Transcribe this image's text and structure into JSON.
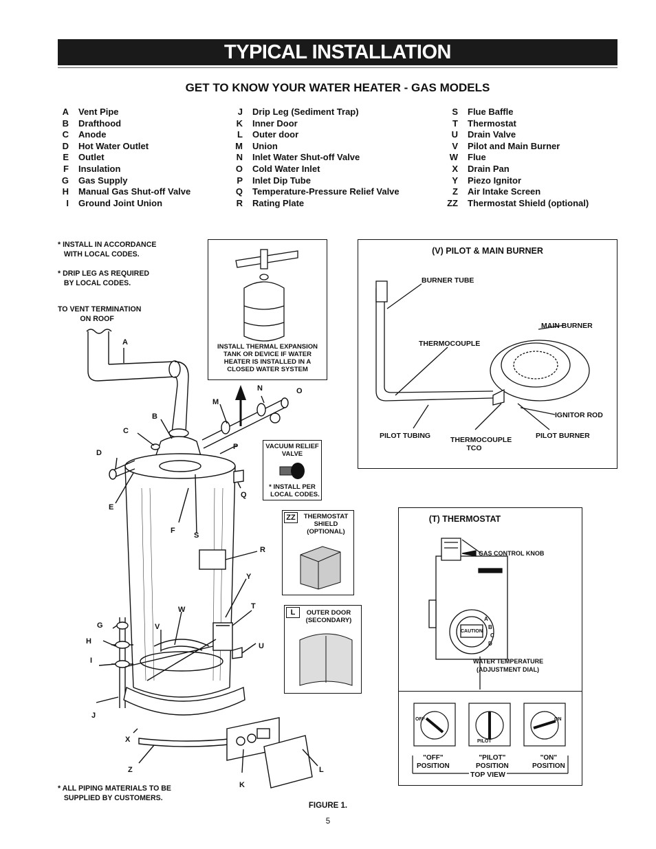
{
  "header": {
    "title": "TYPICAL INSTALLATION",
    "subtitle": "GET TO KNOW YOUR WATER HEATER - GAS MODELS"
  },
  "legend": {
    "col1": [
      {
        "key": "A",
        "label": "Vent Pipe"
      },
      {
        "key": "B",
        "label": "Drafthood"
      },
      {
        "key": "C",
        "label": "Anode"
      },
      {
        "key": "D",
        "label": "Hot Water Outlet"
      },
      {
        "key": "E",
        "label": "Outlet"
      },
      {
        "key": "F",
        "label": "Insulation"
      },
      {
        "key": "G",
        "label": "Gas Supply"
      },
      {
        "key": "H",
        "label": "Manual Gas Shut-off Valve"
      },
      {
        "key": "I",
        "label": "Ground Joint Union"
      }
    ],
    "col2": [
      {
        "key": "J",
        "label": "Drip Leg (Sediment Trap)"
      },
      {
        "key": "K",
        "label": "Inner Door"
      },
      {
        "key": "L",
        "label": "Outer door"
      },
      {
        "key": "M",
        "label": "Union"
      },
      {
        "key": "N",
        "label": "Inlet Water Shut-off Valve"
      },
      {
        "key": "O",
        "label": "Cold Water Inlet"
      },
      {
        "key": "P",
        "label": "Inlet Dip Tube"
      },
      {
        "key": "Q",
        "label": "Temperature-Pressure Relief Valve"
      },
      {
        "key": "R",
        "label": "Rating Plate"
      }
    ],
    "col3": [
      {
        "key": "S",
        "label": "Flue Baffle"
      },
      {
        "key": "T",
        "label": "Thermostat"
      },
      {
        "key": "U",
        "label": "Drain Valve"
      },
      {
        "key": "V",
        "label": "Pilot and Main Burner"
      },
      {
        "key": "W",
        "label": "Flue"
      },
      {
        "key": "X",
        "label": "Drain Pan"
      },
      {
        "key": "Y",
        "label": "Piezo Ignitor"
      },
      {
        "key": "Z",
        "label": "Air Intake Screen"
      },
      {
        "key": "ZZ",
        "label": "Thermostat Shield (optional)"
      }
    ]
  },
  "notes": {
    "local_codes": "* INSTALL IN ACCORDANCE\n   WITH LOCAL CODES.",
    "drip_leg": "* DRIP LEG AS REQUIRED\n   BY LOCAL CODES.",
    "vent_termination": "TO VENT TERMINATION\n           ON ROOF",
    "piping": "* ALL PIPING MATERIALS TO BE\n   SUPPLIED BY CUSTOMERS."
  },
  "expansion_tank": {
    "caption": "INSTALL THERMAL EXPANSION\nTANK OR DEVICE IF WATER\nHEATER IS INSTALLED IN A\nCLOSED WATER SYSTEM"
  },
  "vacuum_relief": {
    "title": "VACUUM RELIEF\nVALVE",
    "note": "* INSTALL PER\n   LOCAL CODES."
  },
  "thermostat_shield": {
    "tag": "ZZ",
    "caption": "THERMOSTAT\nSHIELD\n(OPTIONAL)"
  },
  "outer_door": {
    "tag": "L",
    "caption": "OUTER DOOR\n(SECONDARY)"
  },
  "pilot_panel": {
    "title": "(V) PILOT & MAIN BURNER",
    "labels": {
      "burner_tube": "BURNER TUBE",
      "main_burner": "MAIN BURNER",
      "thermocouple": "THERMOCOUPLE",
      "ignitor_rod": "IGNITOR ROD",
      "pilot_tubing": "PILOT TUBING",
      "thermocouple_tco": "THERMOCOUPLE\n        TCO",
      "pilot_burner": "PILOT BURNER"
    }
  },
  "thermostat_panel": {
    "title": "(T)  THERMOSTAT",
    "labels": {
      "gas_control_knob": "GAS CONTROL KNOB",
      "water_temperature": "WATER TEMPERATURE\n  (ADJUSTMENT DIAL)",
      "caution": "CAUTION",
      "off": "\"OFF\"\nPOSITION",
      "pilot": "\"PILOT\"\nPOSITION",
      "on": "\"ON\"\nPOSITION",
      "top_view": "TOP VIEW"
    },
    "dial_marks": [
      "A",
      "B",
      "C",
      "D"
    ],
    "knob_text": [
      "OFF",
      "PILOT",
      "ON"
    ]
  },
  "callouts": [
    "A",
    "B",
    "C",
    "D",
    "E",
    "F",
    "G",
    "H",
    "I",
    "J",
    "K",
    "L",
    "M",
    "N",
    "O",
    "P",
    "Q",
    "R",
    "S",
    "T",
    "U",
    "V",
    "W",
    "X",
    "Y",
    "Z"
  ],
  "footer": {
    "figure": "FIGURE 1.",
    "page": "5"
  }
}
